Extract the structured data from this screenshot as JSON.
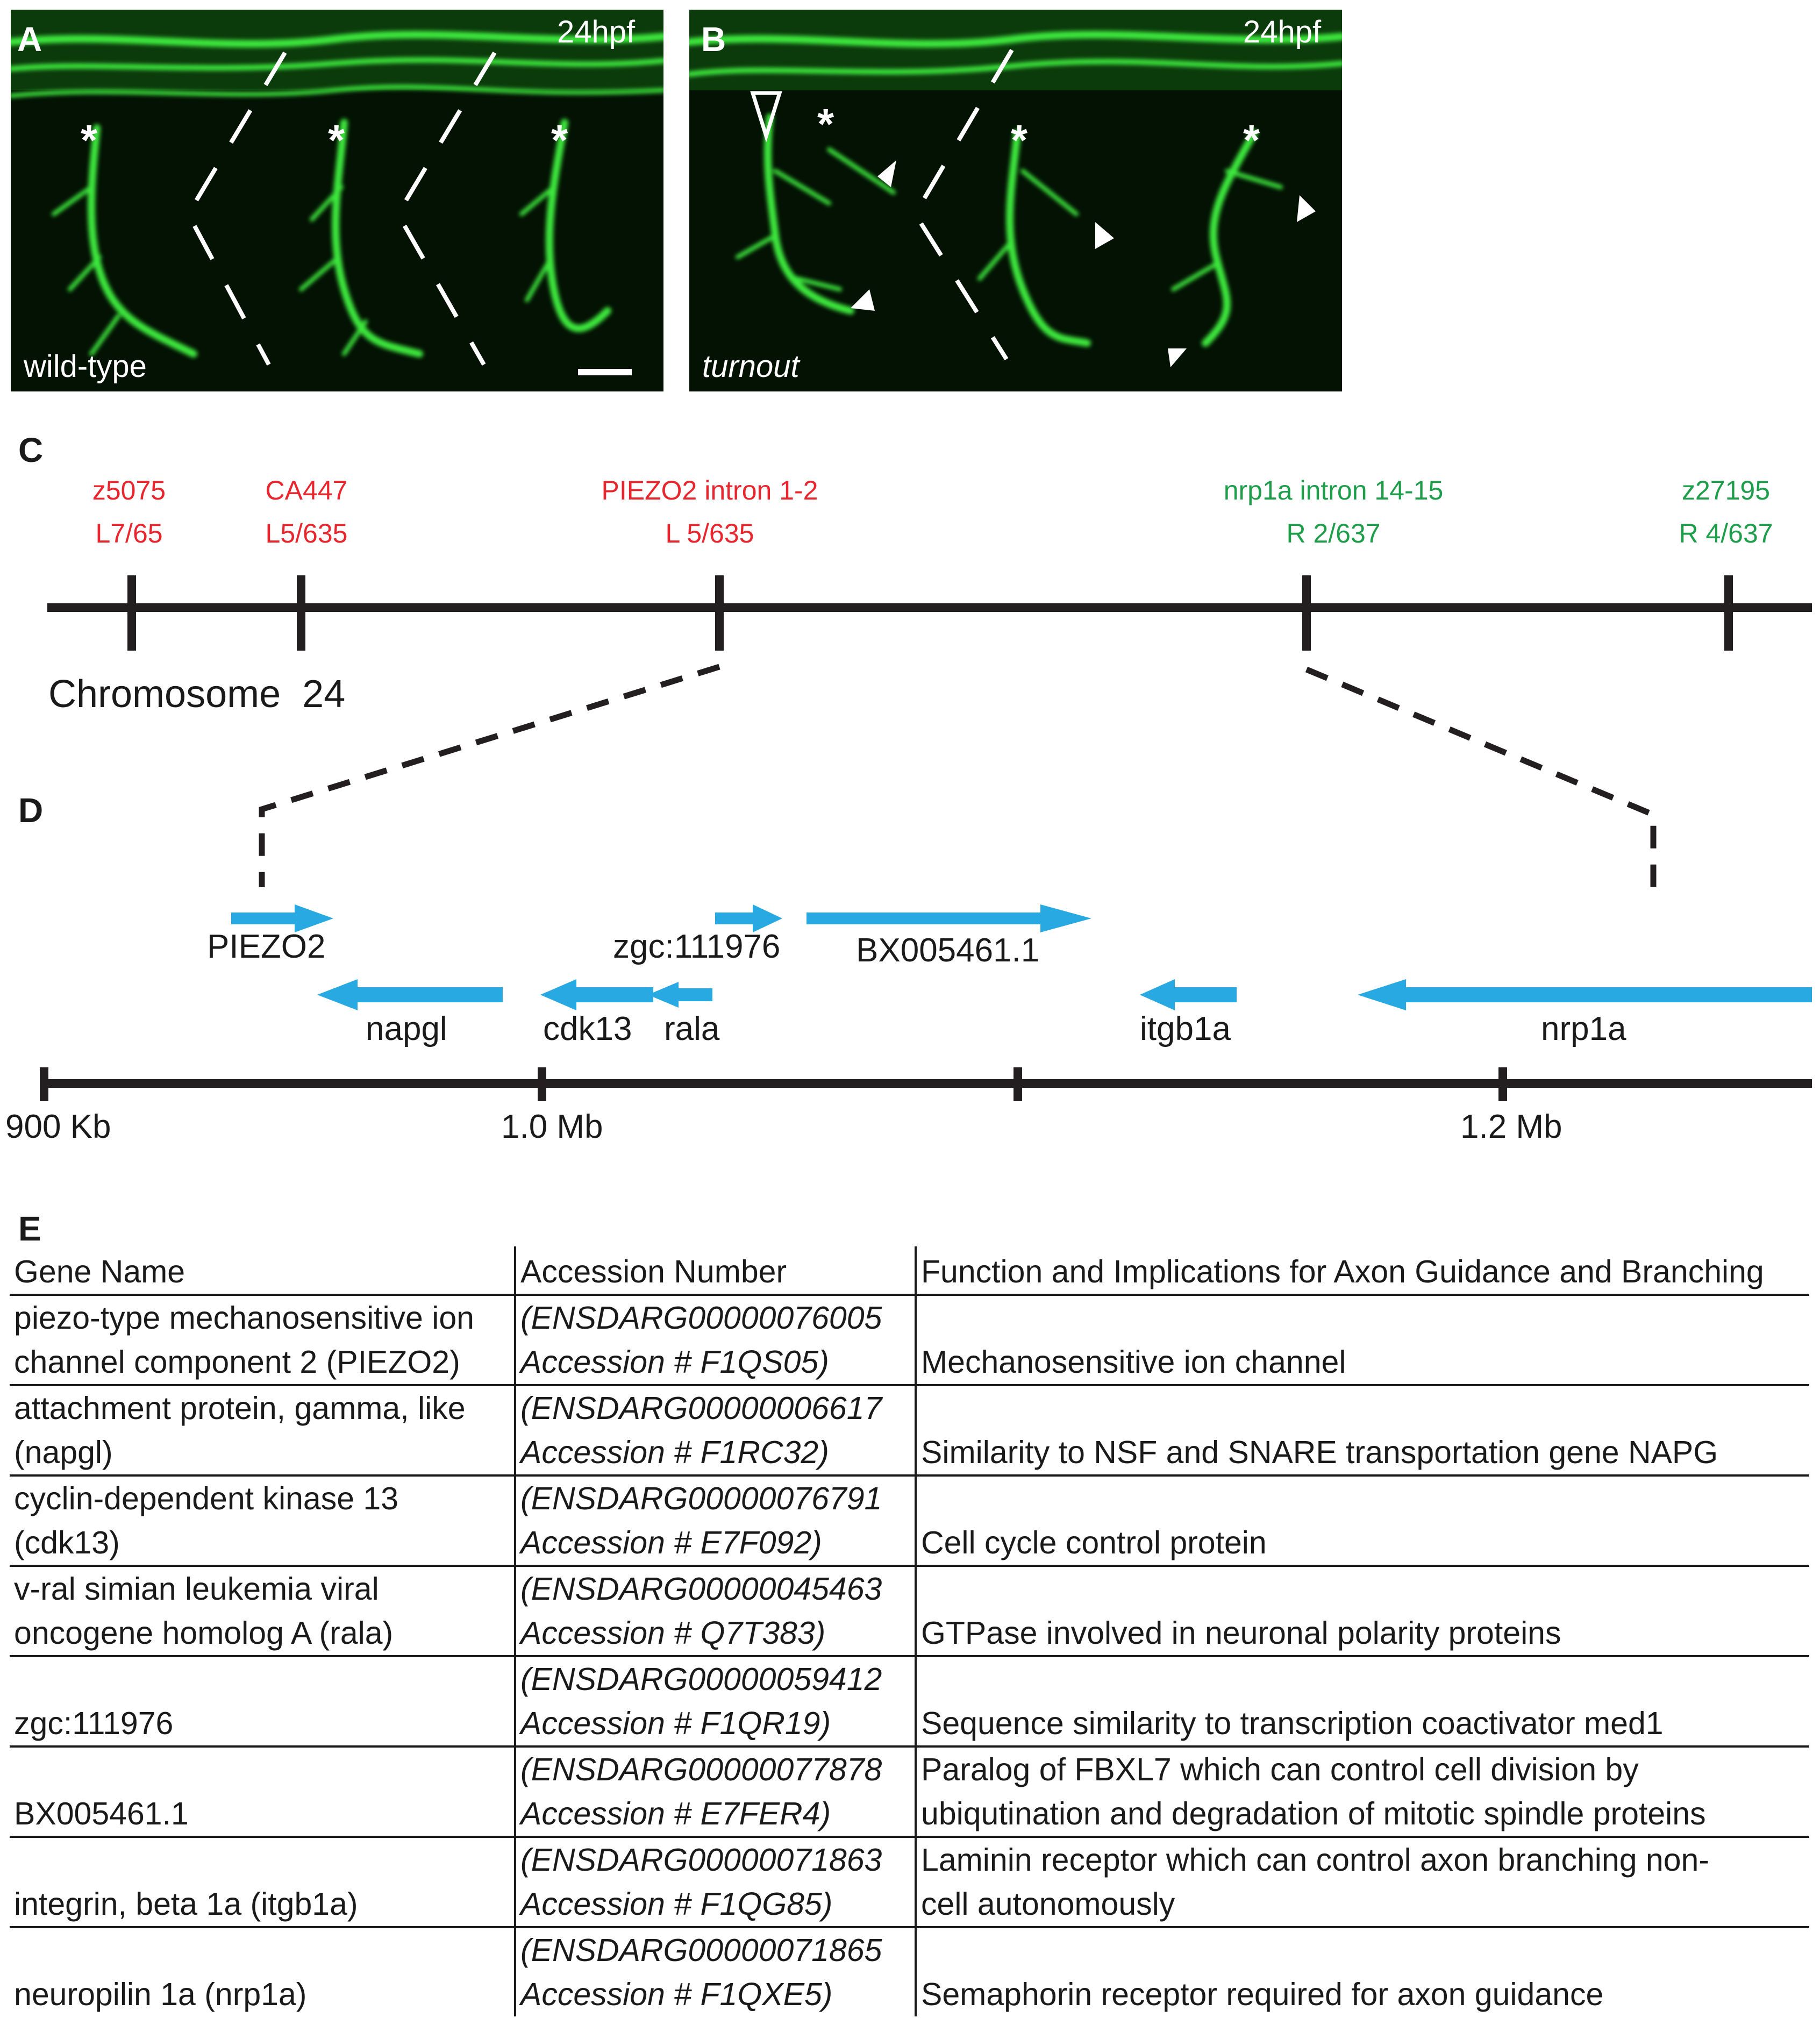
{
  "panels": {
    "A": {
      "letter": "A",
      "stage": "24hpf",
      "genotype": "wild-type"
    },
    "B": {
      "letter": "B",
      "stage": "24hpf",
      "genotype": "turnout"
    }
  },
  "panel_c": {
    "letter": "C",
    "markers": [
      {
        "name": "z5075",
        "count": "L7/65",
        "color": "#e8262d"
      },
      {
        "name": "CA447",
        "count": "L5/635",
        "color": "#e8262d"
      },
      {
        "name": "PIEZO2 intron 1-2",
        "count": "L 5/635",
        "color": "#e8262d"
      },
      {
        "name": "nrp1a intron 14-15",
        "count": "R 2/637",
        "color": "#1e9d4b"
      },
      {
        "name": "z27195",
        "count": "R 4/637",
        "color": "#1e9d4b"
      }
    ],
    "chromosome_label": "Chromosome  24"
  },
  "panel_d": {
    "letter": "D",
    "gene_color": "#29a9e1",
    "genes": [
      "PIEZO2",
      "napgl",
      "cdk13",
      "rala",
      "zgc:111976",
      "BX005461.1",
      "itgb1a",
      "nrp1a"
    ],
    "scale": [
      "900 Kb",
      "1.0 Mb",
      "1.2 Mb"
    ]
  },
  "panel_e": {
    "letter": "E",
    "headers": [
      "Gene Name",
      "Accession Number",
      "Function and Implications for Axon Guidance and Branching"
    ],
    "rows": [
      {
        "name": [
          "piezo-type mechanosensitive ion",
          "channel component 2 (PIEZO2)"
        ],
        "id": "(ENSDARG00000076005",
        "acc": "Accession # F1QS05)",
        "func": [
          "",
          "Mechanosensitive ion channel"
        ]
      },
      {
        "name": [
          "attachment protein, gamma, like",
          "(napgl)"
        ],
        "id": "(ENSDARG00000006617",
        "acc": "Accession # F1RC32)",
        "func": [
          "",
          "Similarity to NSF and SNARE transportation gene NAPG"
        ]
      },
      {
        "name": [
          "cyclin-dependent kinase 13",
          "(cdk13)"
        ],
        "id": "(ENSDARG00000076791",
        "acc": "Accession # E7F092)",
        "func": [
          "",
          "Cell cycle control protein"
        ]
      },
      {
        "name": [
          "v-ral simian leukemia viral",
          "oncogene homolog A (rala)"
        ],
        "id": "(ENSDARG00000045463",
        "acc": "Accession # Q7T383)",
        "func": [
          "",
          "GTPase involved in neuronal polarity proteins"
        ]
      },
      {
        "name": [
          "",
          "zgc:111976"
        ],
        "id": "(ENSDARG00000059412",
        "acc": "Accession # F1QR19)",
        "func": [
          "",
          "Sequence similarity to transcription coactivator med1"
        ]
      },
      {
        "name": [
          "",
          "BX005461.1"
        ],
        "id": "(ENSDARG00000077878",
        "acc": "Accession # E7FER4)",
        "func": [
          "Paralog of FBXL7 which can control cell division by",
          "ubiqutination and degradation of mitotic spindle proteins"
        ]
      },
      {
        "name": [
          "",
          "integrin, beta 1a (itgb1a)"
        ],
        "id": "(ENSDARG00000071863",
        "acc": "Accession # F1QG85)",
        "func": [
          "Laminin receptor which can control axon branching non-",
          "cell autonomously"
        ]
      },
      {
        "name": [
          "",
          "neuropilin 1a (nrp1a)"
        ],
        "id": "(ENSDARG00000071865",
        "acc": "Accession # F1QXE5)",
        "func": [
          "",
          "Semaphorin receptor required for axon guidance"
        ]
      }
    ]
  }
}
